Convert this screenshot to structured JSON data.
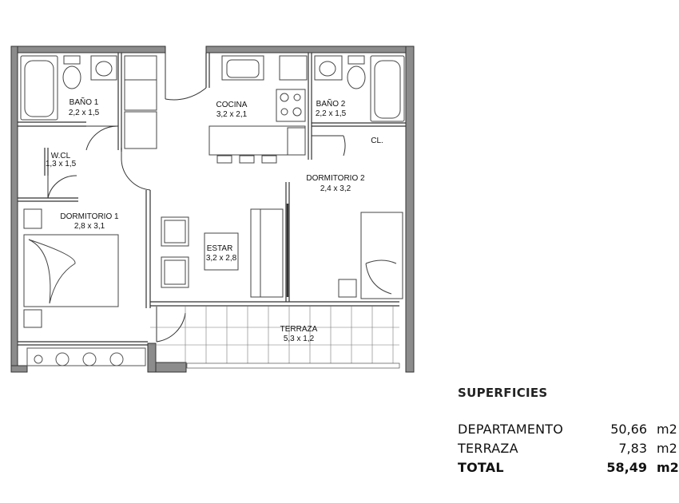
{
  "rooms": {
    "bano1": {
      "name": "BAÑO 1",
      "dims": "2,2 x 1,5"
    },
    "cocina": {
      "name": "COCINA",
      "dims": "3,2 x 2,1"
    },
    "bano2": {
      "name": "BAÑO 2",
      "dims": "2,2 x 1,5"
    },
    "closet": {
      "name": "CL."
    },
    "wcl": {
      "name": "W.CL",
      "dims": "1,3 x 1,5"
    },
    "dormitorio2": {
      "name": "DORMITORIO 2",
      "dims": "2,4 x 3,2"
    },
    "dormitorio1": {
      "name": "DORMITORIO 1",
      "dims": "2,8 x 3,1"
    },
    "estar": {
      "name": "ESTAR",
      "dims": "3,2 x 2,8"
    },
    "terraza": {
      "name": "TERRAZA",
      "dims": "5,3 x 1,2"
    }
  },
  "superficies": {
    "title": "SUPERFICIES",
    "rows": [
      {
        "label": "DEPARTAMENTO",
        "value": "50,66",
        "unit": "m2"
      },
      {
        "label": "TERRAZA",
        "value": "7,83",
        "unit": "m2"
      },
      {
        "label": "TOTAL",
        "value": "58,49",
        "unit": "m2"
      }
    ]
  }
}
